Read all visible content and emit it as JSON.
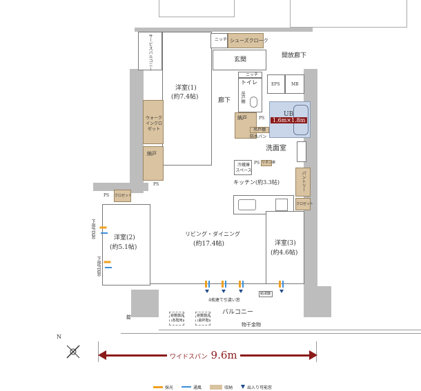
{
  "rooms": {
    "service_balcony": "サービスバルコニー",
    "western1": "洋室(1)",
    "western1_size": "(約7.4帖)",
    "shoes_cloak": "シューズクローク",
    "niche1": "ニッチ",
    "entrance": "玄関",
    "open_corridor": "開放廊下",
    "eps": "EPS",
    "mb": "MB",
    "niche2": "ニッチ",
    "toilet": "トイレ",
    "hanging_shelf1": "吊戸棚",
    "hallway": "廊下",
    "ub": "UB",
    "ub_size": "1.6m×1.8m",
    "storage1": "納戸",
    "ps1": "PS",
    "hanging_shelf2": "吊戸棚",
    "waterproof_pan": "防水パン",
    "washroom": "洗面室",
    "walkin_closet": "ウォークインクロゼット",
    "storage2": "納戸",
    "ps2": "PS",
    "fridge_space": "冷蔵庫スペース",
    "ps3": "PS",
    "linen": "リネン庫",
    "kitchen": "キッチン(約3.3帖)",
    "pantry": "パントリー",
    "closet_kitchen": "クロゼット",
    "ps4": "PS",
    "closet2": "クロゼット",
    "western2": "洋室(2)",
    "western2_size": "(約5.1帖)",
    "living": "リビング・ダイニング",
    "living_size": "(約17.4帖)",
    "western3": "洋室(3)",
    "western3_size": "(約4.6帖)",
    "fix_window1": "下部FIX窓",
    "fix_window2": "下部FIX窓",
    "sliding_window": "4枚建て引違い窓",
    "water_heater": "給湯器",
    "balcony": "バルコニー",
    "drying_rack": "物干金物",
    "evac1": "避難器具(各階用)",
    "evac2": "避難器具(最終階)",
    "lock": "錠"
  },
  "dimension": {
    "label": "ワイドスパン",
    "value": "9.6m",
    "color": "#8b1a1a"
  },
  "compass": {
    "label": "N"
  },
  "legend": [
    {
      "label": "採光",
      "color": "#f0a020"
    },
    {
      "label": "通風",
      "color": "#3a8ed8"
    },
    {
      "label": "収納",
      "color": "#d9c3a0"
    },
    {
      "label": "出入り可能窓",
      "color": "#1e4b8c"
    }
  ]
}
